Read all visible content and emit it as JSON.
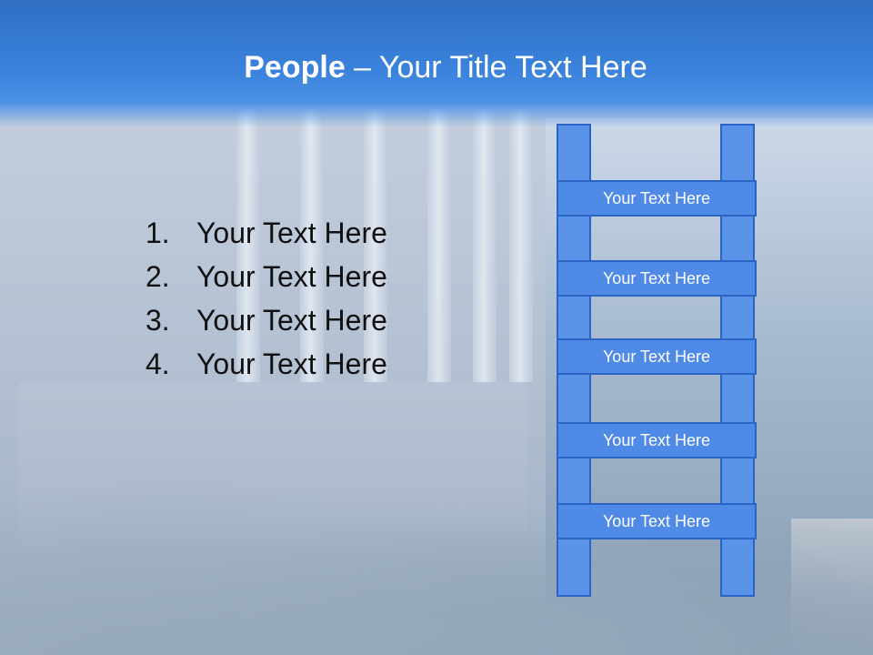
{
  "slide": {
    "title_bold": "People",
    "title_rest": " – Your Title Text Here"
  },
  "list": {
    "items": [
      {
        "num": "1.",
        "text": "Your Text Here"
      },
      {
        "num": "2.",
        "text": "Your Text Here"
      },
      {
        "num": "3.",
        "text": "Your Text Here"
      },
      {
        "num": "4.",
        "text": "Your Text Here"
      }
    ]
  },
  "ladder": {
    "rungs": [
      "Your Text Here",
      "Your Text Here",
      "Your Text Here",
      "Your Text Here",
      "Your Text Here"
    ]
  }
}
